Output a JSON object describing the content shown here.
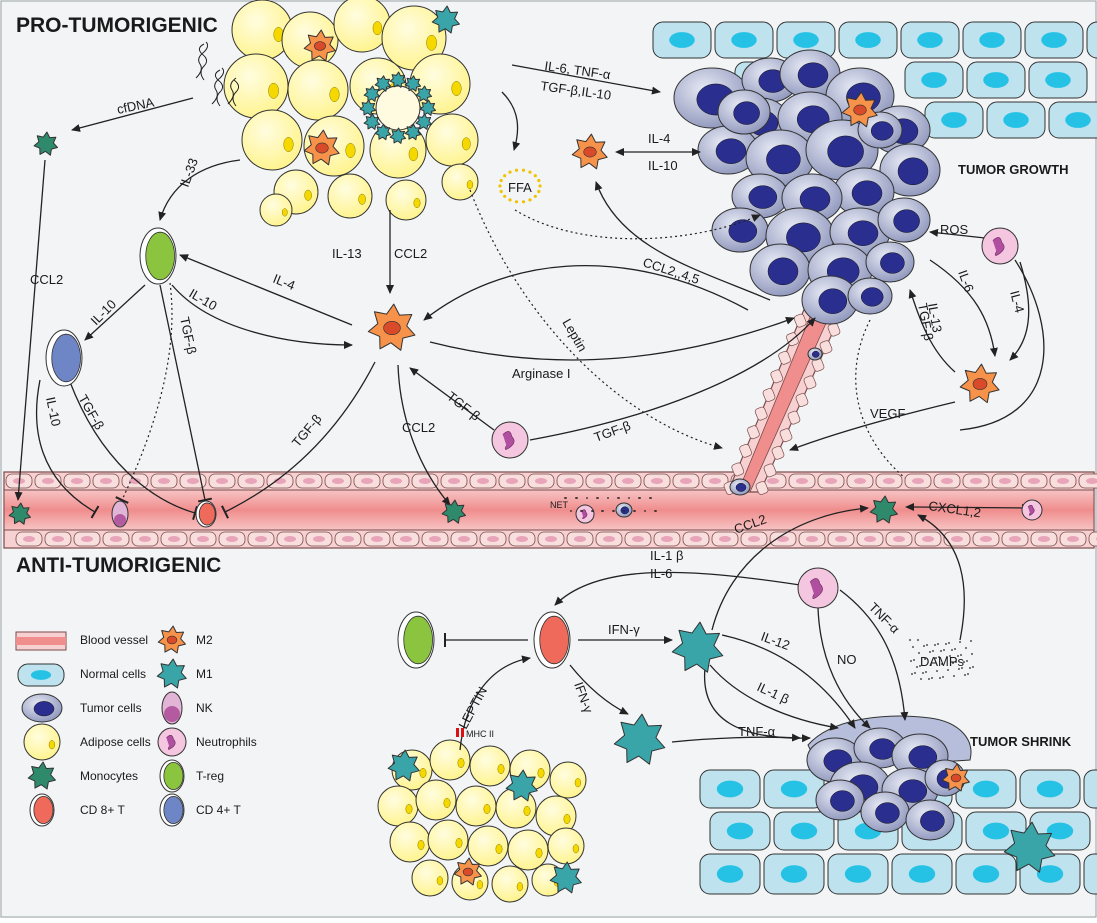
{
  "sections": {
    "pro": "PRO-TUMORIGENIC",
    "anti": "ANTI-TUMORIGENIC",
    "tumor_growth": "TUMOR GROWTH",
    "tumor_shrink": "TUMOR SHRINK"
  },
  "labels": {
    "cfdna": "cfDNA",
    "il6_tnfa": "IL-6, TNF-α",
    "tgfb_il10": "TGF-β,IL-10",
    "il4": "IL-4",
    "il10": "IL-10",
    "ffa": "FFA",
    "il33": "IL-33",
    "il13": "IL-13",
    "ccl2": "CCL2",
    "ccl2_4_5": "CCL2,,4,5",
    "ros": "ROS",
    "il6": "IL-6",
    "il13b": "IL-13",
    "tgfb": "TGF-β",
    "leptin": "Leptin",
    "arginase": "Arginase I",
    "vegf": "VEGF",
    "net": "NET",
    "cxcl12": "CXCL1,2",
    "il1b": "IL-1 β",
    "ifng": "IFN-γ",
    "il12": "IL-12",
    "no": "NO",
    "tnfa": "TNF-α",
    "damps": "DAMPs",
    "leptin_caps": "LEPTIN",
    "mhc": "MHC II"
  },
  "legend": {
    "left": [
      "Blood vessel",
      "Normal cells",
      "Tumor cells",
      "Adipose cells",
      "Monocytes",
      "CD 8+ T"
    ],
    "right": [
      "M2",
      "M1",
      "NK",
      "Neutrophils",
      "T-reg",
      "CD 4+ T"
    ]
  },
  "colors": {
    "adipose": "#fff59d",
    "adipose_stroke": "#b8a200",
    "tumor_outer": "#9fa8c8",
    "tumor_nucleus": "#2a2f8f",
    "normal_cell": "#bfe3ee",
    "normal_nucleus": "#26c2e6",
    "vessel": "#f5b3b3",
    "m2": "#f7924a",
    "m1": "#3aa5a8",
    "monocyte": "#2f8a6b",
    "neutrophil": "#f4c6df",
    "treg": "#8bc53f",
    "cd8": "#ef6a5a",
    "cd4": "#6f86c6",
    "nk": "#b45aa0"
  }
}
